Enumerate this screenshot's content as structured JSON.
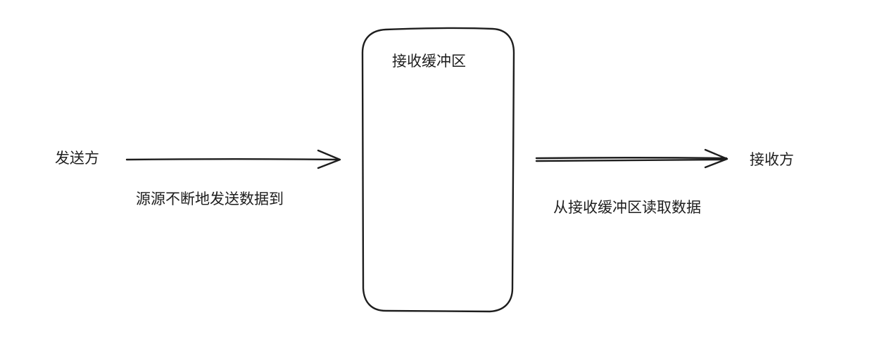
{
  "diagram": {
    "sender_label": "发送方",
    "buffer_label": "接收缓冲区",
    "receiver_label": "接收方",
    "send_arrow_label": "源源不断地发送数据到",
    "read_arrow_label": "从接收缓冲区读取数据",
    "stroke_color": "#1e1e1e",
    "background_color": "#ffffff"
  }
}
